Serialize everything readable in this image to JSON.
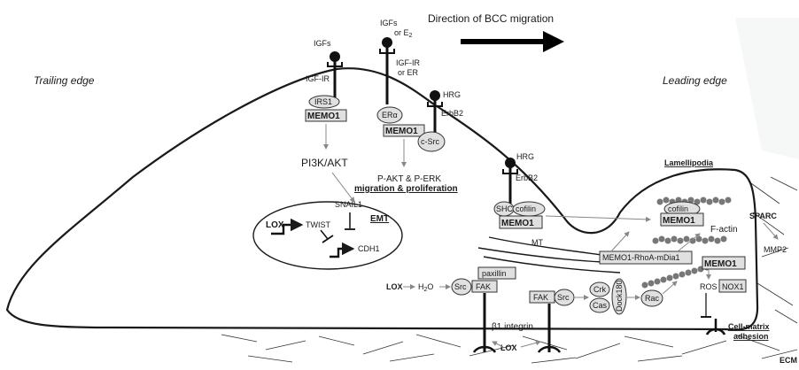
{
  "header": {
    "direction": "Direction of BCC migration",
    "trailing_edge": "Trailing edge",
    "leading_edge": "Leading edge"
  },
  "receptors": {
    "igfs_1": "IGFs",
    "igf_ir_1": "IGF-IR",
    "irs1": "IRS1",
    "igfs_2": "IGFs",
    "or_e2": "or E",
    "e2_sub": "2",
    "igf_ir_2": "IGF-IR",
    "or_er": "or ER",
    "er_alpha": "ERα",
    "hrg_1": "HRG",
    "erbb2_1": "ErbB2",
    "c_src": "c-Src",
    "hrg_2": "HRG",
    "erbb2_2": "ErbB2"
  },
  "memo1": {
    "label": "MEMO1"
  },
  "pathway": {
    "pi3k_akt": "PI3K/AKT",
    "p_akt_erk": "P-AKT & P-ERK",
    "migration_proliferation": "migration & proliferation",
    "lox": "LOX",
    "twist": "TWIST",
    "snail1": "SNAIL1",
    "emt": "EMT",
    "cdh1": "CDH1"
  },
  "leading": {
    "lamellipodia": "Lamellipodia",
    "shc": "SHC",
    "cofilin": "cofilin",
    "mt": "MT",
    "memo1_rhoa": "MEMO1-RhoA-mDia1",
    "f_actin": "F-actin",
    "sparc": "SPARC",
    "mmp2": "MMP2",
    "ros": "ROS",
    "nox1": "NOX1",
    "rac": "Rac",
    "crk": "Crk",
    "cas": "Cas",
    "dock180": "Dock180",
    "fak": "FAK",
    "src": "Src",
    "paxillin": "paxillin",
    "h2o2": "H",
    "h2o2_sub": "2",
    "h2o2_end": "O",
    "beta1_integrin": "β1 integrin",
    "cell_matrix": "Cell-matrix",
    "adhesion": "adhesion",
    "ecm": "ECM"
  },
  "colors": {
    "membrane": "#1a1a1a",
    "memo_fill": "#e0e0e0",
    "actin": "#7a7a7a",
    "arrow_gray": "#8a8a8a"
  }
}
